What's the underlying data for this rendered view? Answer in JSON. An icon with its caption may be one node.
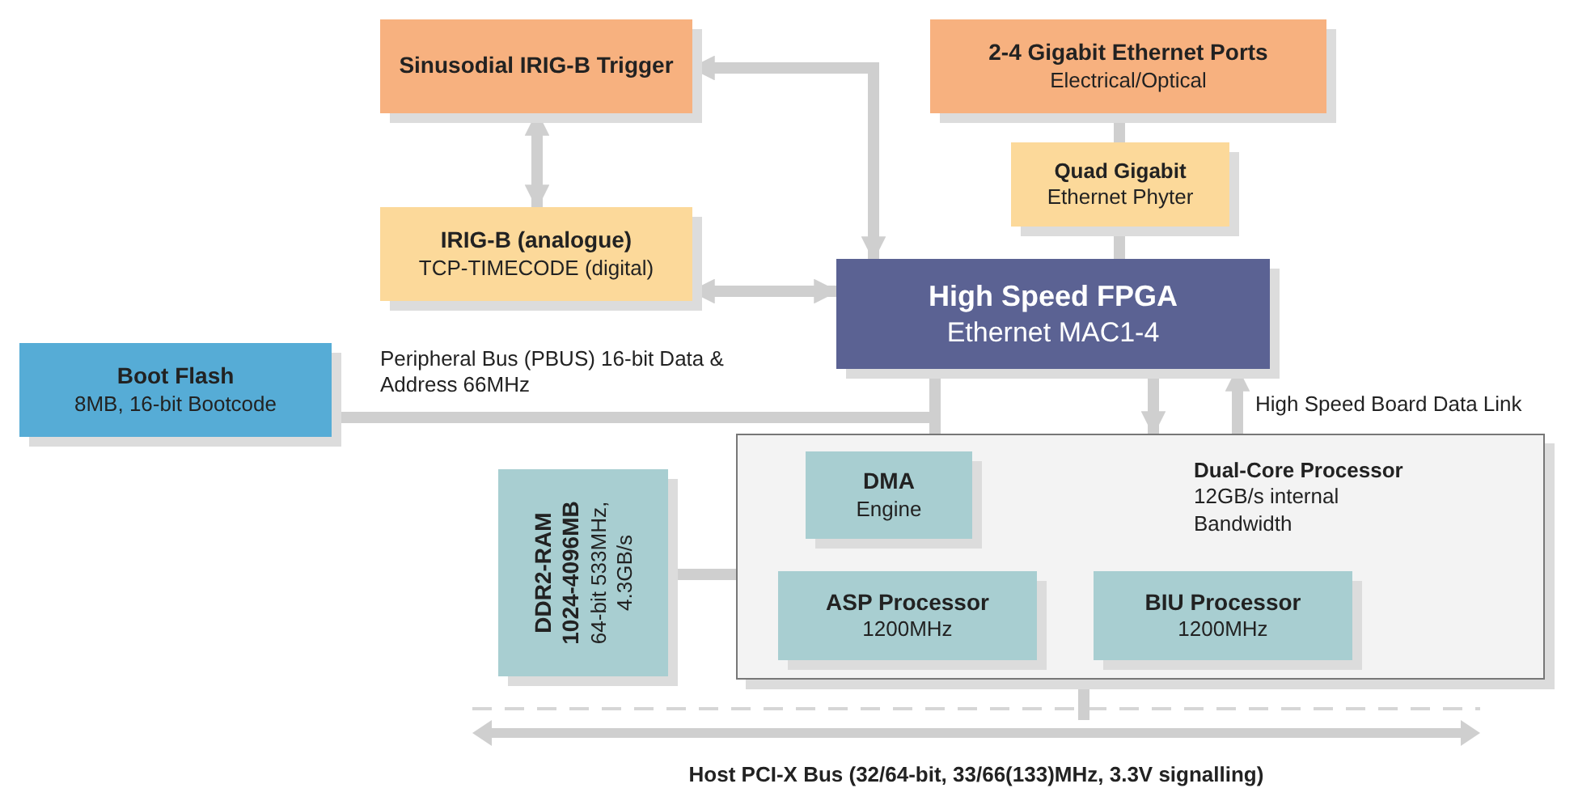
{
  "diagram": {
    "nodes": [
      {
        "text": [
          "Sinusodial IRIG-B Trigger"
        ]
      },
      {
        "text": [
          "2-4 Gigabit Ethernet Ports",
          "Electrical/Optical"
        ]
      },
      {
        "text": [
          "Quad Gigabit",
          "Ethernet Phyter"
        ]
      },
      {
        "text": [
          "IRIG-B (analogue)",
          "TCP-TIMECODE (digital)"
        ]
      },
      {
        "text": [
          "High Speed FPGA",
          "Ethernet MAC1-4"
        ]
      },
      {
        "text": [
          "Boot Flash",
          "8MB, 16-bit Bootcode"
        ]
      },
      {
        "text": [
          "Dual-Core Processor",
          "12GB/s internal Bandwidth"
        ]
      },
      {
        "text": [
          "DMA",
          "Engine"
        ],
        "in": 6
      },
      {
        "text": [
          "ASP Processor",
          "1200MHz"
        ],
        "in": 6
      },
      {
        "text": [
          "BIU Processor",
          "1200MHz"
        ],
        "in": 6
      },
      {
        "text": [
          "DDR2-RAM",
          "1024-4096MB",
          "64-bit 533MHz, 4.3GB/s"
        ]
      },
      {
        "text": [
          "Host PCI-X Bus (32/64-bit, 33/66(133)MHz, 3.3V signalling)"
        ]
      }
    ],
    "edges": [
      {
        "from": 0,
        "to": 3,
        "arrow": "both"
      },
      {
        "from": 3,
        "to": 4,
        "arrow": "both"
      },
      {
        "from": 0,
        "to": 4,
        "arrow": "both"
      },
      {
        "from": 1,
        "to": 2,
        "arrow": "none"
      },
      {
        "from": 2,
        "to": 4,
        "arrow": "none"
      },
      {
        "from": 5,
        "to": 4,
        "arrow": "none",
        "label": "Peripheral Bus (PBUS) 16-bit Data & Address 66MHz"
      },
      {
        "from": 4,
        "to": 6,
        "arrow": "none"
      },
      {
        "from": 4,
        "to": 6,
        "arrow": "to"
      },
      {
        "from": 6,
        "to": 4,
        "arrow": "to",
        "label": "High Speed Board Data Link"
      },
      {
        "from": 10,
        "to": 6,
        "arrow": "none"
      },
      {
        "from": 6,
        "to": 11,
        "arrow": "none"
      }
    ]
  }
}
